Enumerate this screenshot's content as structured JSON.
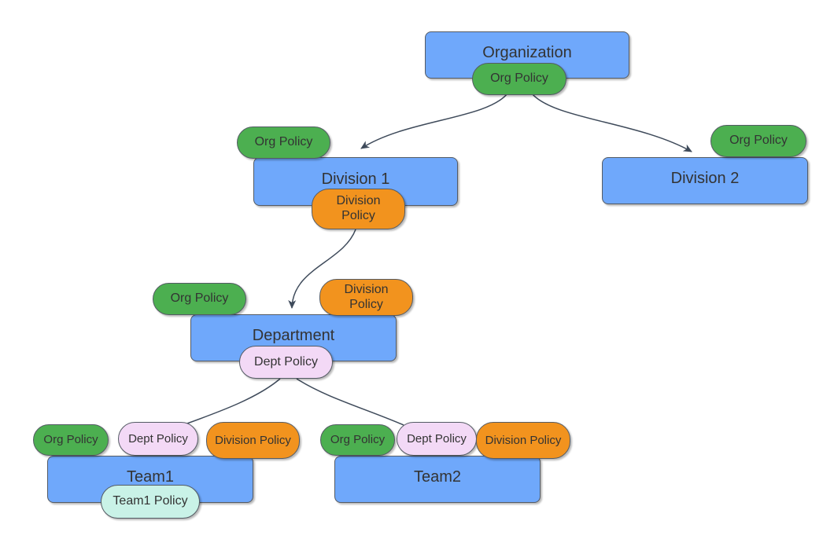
{
  "diagram": {
    "nodes": [
      {
        "id": "organization",
        "label": "Organization"
      },
      {
        "id": "division1",
        "label": "Division 1"
      },
      {
        "id": "division2",
        "label": "Division 2"
      },
      {
        "id": "department",
        "label": "Department"
      },
      {
        "id": "team1",
        "label": "Team1"
      },
      {
        "id": "team2",
        "label": "Team2"
      }
    ],
    "badges": [
      {
        "id": "organization-org-policy",
        "label": "Org Policy",
        "type": "org"
      },
      {
        "id": "division1-org-policy",
        "label": "Org Policy",
        "type": "org"
      },
      {
        "id": "division1-division-policy",
        "label": "Division Policy",
        "type": "division"
      },
      {
        "id": "division2-org-policy",
        "label": "Org Policy",
        "type": "org"
      },
      {
        "id": "department-org-policy",
        "label": "Org Policy",
        "type": "org"
      },
      {
        "id": "department-division-policy",
        "label": "Division Policy",
        "type": "division"
      },
      {
        "id": "department-dept-policy",
        "label": "Dept Policy",
        "type": "dept"
      },
      {
        "id": "team1-org-policy",
        "label": "Org Policy",
        "type": "org"
      },
      {
        "id": "team1-dept-policy",
        "label": "Dept Policy",
        "type": "dept"
      },
      {
        "id": "team1-division-policy",
        "label": "Division Policy",
        "type": "division"
      },
      {
        "id": "team1-team-policy",
        "label": "Team1 Policy",
        "type": "team"
      },
      {
        "id": "team2-org-policy",
        "label": "Org Policy",
        "type": "org"
      },
      {
        "id": "team2-dept-policy",
        "label": "Dept Policy",
        "type": "dept"
      },
      {
        "id": "team2-division-policy",
        "label": "Division Policy",
        "type": "division"
      }
    ],
    "edges": [
      {
        "from": "organization",
        "to": "division1",
        "arrow": true
      },
      {
        "from": "organization",
        "to": "division2",
        "arrow": true
      },
      {
        "from": "division1",
        "to": "department",
        "arrow": true
      },
      {
        "from": "department",
        "to": "team1",
        "arrow": false
      },
      {
        "from": "department",
        "to": "team2",
        "arrow": false
      }
    ],
    "colors": {
      "node_fill": "#6FA8FB",
      "org_policy_fill": "#4CAF50",
      "division_policy_fill": "#F2931E",
      "dept_policy_fill": "#F3D9F6",
      "team_policy_fill": "#C9F2E7",
      "border": "#545B64",
      "edge": "#3E4A5A",
      "text": "#333333"
    }
  }
}
